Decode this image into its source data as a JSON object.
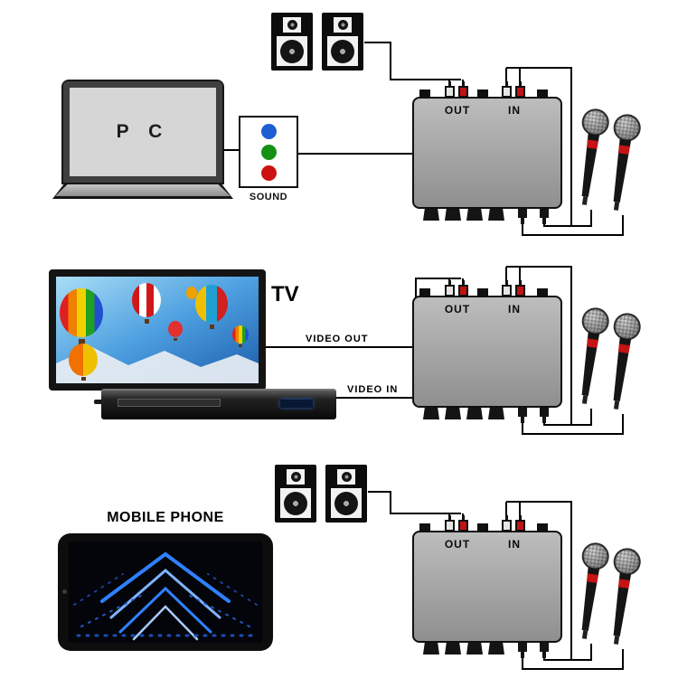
{
  "sections": {
    "pc": {
      "device_label": "P C",
      "sound_card_label": "SOUND",
      "mixer": {
        "out_label": "OUT",
        "in_label": "IN"
      }
    },
    "tv": {
      "device_label": "TV",
      "video_out_label": "VIDEO OUT",
      "video_in_label": "VIDEO IN",
      "mixer": {
        "out_label": "OUT",
        "in_label": "IN"
      }
    },
    "phone": {
      "device_label": "MOBILE PHONE",
      "mixer": {
        "out_label": "OUT",
        "in_label": "IN"
      }
    }
  },
  "icons": {
    "speaker": "speaker-icon",
    "microphone": "microphone-icon",
    "rca_plug_white": "rca-plug-white-icon",
    "rca_plug_red": "rca-plug-red-icon",
    "sound_dots": "audio-jack-dot-icon"
  },
  "colors": {
    "rca_red": "#c01414",
    "rca_white": "#e6e6e6",
    "mic_band_red": "#c41414",
    "sound_dot_blue": "#1d5fd0",
    "sound_dot_green": "#149114",
    "sound_dot_red": "#cc1111",
    "mixer_gray": "#a5a5a5",
    "wire_black": "#000000"
  }
}
